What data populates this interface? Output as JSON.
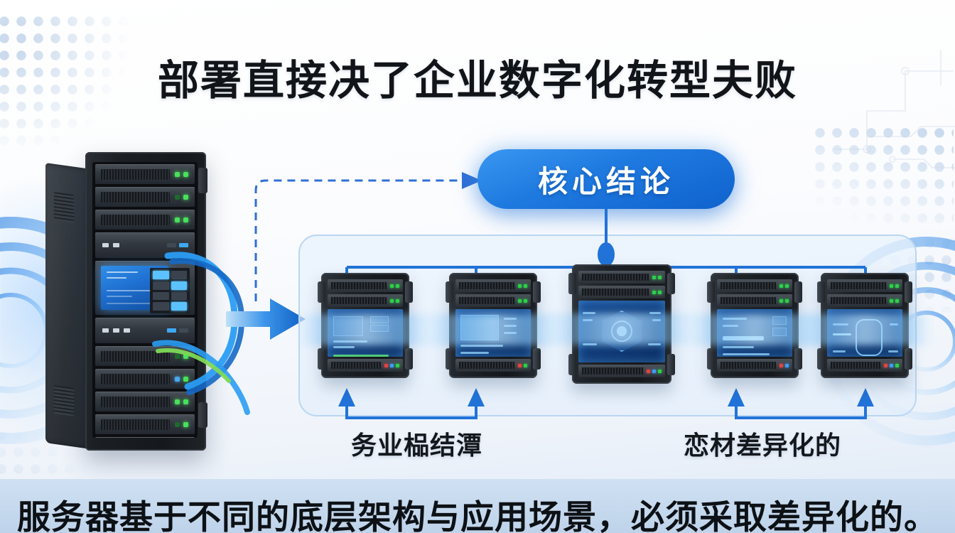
{
  "headline": "部署直接决了企业数字化转型夫败",
  "core_node": {
    "label": "核心结论",
    "accent": "#1f7ae0"
  },
  "captions": {
    "left": "务业榀结潭",
    "right": "恋材差异化的"
  },
  "footer": {
    "text": "服务器基于不同的底层架构与应用场景，必须采取差异化的。"
  },
  "colors": {
    "accent_blue": "#2173d8",
    "pill_blue": "#1f7ae0",
    "panel_border": "#b9d6f2",
    "screen_blue": "#1a4f96",
    "led_green": "#2bd14a",
    "led_red": "#e2453f",
    "background": "#eef3fa"
  },
  "rack": {
    "name": "主服务器机柜",
    "unit_count": 11,
    "screen_present": true,
    "cable_colors": [
      "#2a9df4",
      "#1569c7",
      "#7ed957"
    ]
  },
  "nodes": [
    {
      "id": "srv-1",
      "screen": "dashboard",
      "leds": [
        "green",
        "green"
      ]
    },
    {
      "id": "srv-2",
      "screen": "window",
      "leds": [
        "green",
        "green"
      ]
    },
    {
      "id": "srv-3",
      "screen": "radar",
      "leds": [
        "green",
        "green"
      ]
    },
    {
      "id": "srv-4",
      "screen": "metrics",
      "leds": [
        "green",
        "green"
      ]
    },
    {
      "id": "srv-5",
      "screen": "capsule",
      "leds": [
        "green",
        "green"
      ]
    }
  ],
  "icons": {
    "arrow_right": "big-arrow-icon",
    "arrow_down": "arrow-down-icon",
    "arrow_up": "arrow-up-icon",
    "dashed_link": "dashed-arrow-icon",
    "hub": "hub-node-icon"
  }
}
